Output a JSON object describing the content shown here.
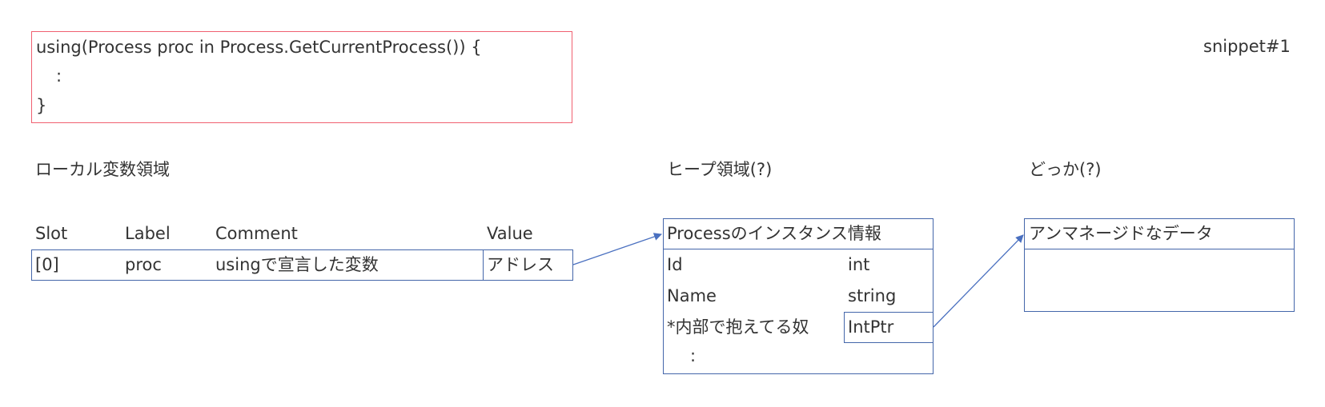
{
  "code": {
    "lines": [
      "using(Process proc in Process.GetCurrentProcess()) {",
      "  :",
      "}"
    ]
  },
  "snippet_label": "snippet#1",
  "sections": {
    "local": "ローカル変数領域",
    "heap": "ヒープ領域(?)",
    "somewhere": "どっか(?)"
  },
  "local_table": {
    "headers": {
      "slot": "Slot",
      "label": "Label",
      "comment": "Comment",
      "value": "Value"
    },
    "row": {
      "slot": "[0]",
      "label": "proc",
      "comment": "usingで宣言した変数",
      "value": "アドレス"
    }
  },
  "process_instance": {
    "title": "Processのインスタンス情報",
    "fields": [
      {
        "name": "Id",
        "type": "int"
      },
      {
        "name": "Name",
        "type": "string"
      },
      {
        "name": "*内部で抱えてる奴",
        "type": "IntPtr"
      }
    ],
    "ellipsis": ":"
  },
  "unmanaged": {
    "title": "アンマネージドなデータ"
  },
  "colors": {
    "code_border": "#f06070",
    "box_border": "#4466aa",
    "arrow": "#4a70c0"
  }
}
